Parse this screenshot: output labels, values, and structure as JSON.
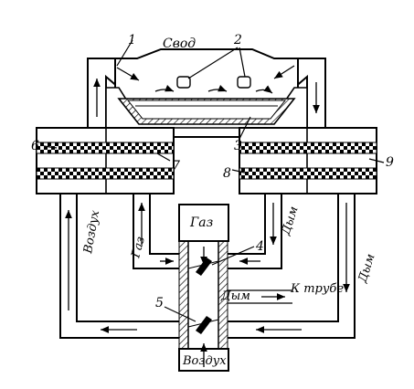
{
  "labels": {
    "roof": "Свод",
    "gas": "Газ",
    "air_bottom": "Воздух",
    "air_left": "Воздух",
    "gas_pipe": "Газ",
    "smoke_right_upper": "Дым",
    "smoke_right_lower": "Дым",
    "smoke_center": "Дым",
    "to_chimney": "К трубе"
  },
  "callouts": [
    "1",
    "2",
    "3",
    "4",
    "5",
    "6",
    "7",
    "8",
    "9"
  ]
}
